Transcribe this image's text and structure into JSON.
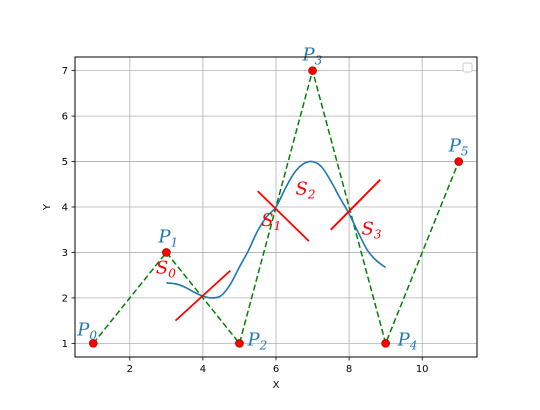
{
  "chart_data": {
    "type": "line",
    "xlabel": "X",
    "ylabel": "Y",
    "xlim": [
      0.5,
      11.5
    ],
    "ylim": [
      0.7,
      7.3
    ],
    "xticks": [
      2,
      4,
      6,
      8,
      10
    ],
    "yticks": [
      1,
      2,
      3,
      4,
      5,
      6,
      7
    ],
    "grid": true,
    "legend": "top-right (empty)",
    "colors": {
      "control_polygon": "#008000",
      "control_points": "#ff0000",
      "curve": "#1f77b4",
      "tangent_segments": "#ff0000",
      "point_labels": "#1f77b4",
      "segment_labels": "#ff0000",
      "grid": "#b0b0b0"
    },
    "control_points": [
      {
        "label": "P",
        "sub": "0",
        "x": 1,
        "y": 1
      },
      {
        "label": "P",
        "sub": "1",
        "x": 3,
        "y": 3
      },
      {
        "label": "P",
        "sub": "2",
        "x": 5,
        "y": 1
      },
      {
        "label": "P",
        "sub": "3",
        "x": 7,
        "y": 7
      },
      {
        "label": "P",
        "sub": "4",
        "x": 9,
        "y": 1
      },
      {
        "label": "P",
        "sub": "5",
        "x": 11,
        "y": 5
      }
    ],
    "curve": {
      "x": [
        3.0,
        3.25,
        3.5,
        3.75,
        4.0,
        4.25,
        4.5,
        4.75,
        5.0,
        5.25,
        5.5,
        5.75,
        6.0,
        6.25,
        6.5,
        6.75,
        7.0,
        7.25,
        7.5,
        7.75,
        8.0,
        8.25,
        8.5,
        8.75,
        9.0
      ],
      "y": [
        2.33,
        2.31,
        2.24,
        2.13,
        2.04,
        2.0,
        2.05,
        2.3,
        2.68,
        3.05,
        3.48,
        3.79,
        4.0,
        4.4,
        4.75,
        4.95,
        5.0,
        4.88,
        4.57,
        4.2,
        3.85,
        3.44,
        3.05,
        2.82,
        2.67
      ]
    },
    "tangent_segments": [
      {
        "label": "S",
        "sub": "0",
        "x": [
          3.25,
          4.75
        ],
        "y": [
          1.5,
          2.6
        ]
      },
      {
        "label": "S",
        "sub": "1",
        "x": [
          5.5,
          6.9
        ],
        "y": [
          4.35,
          3.25
        ]
      },
      {
        "label": "S",
        "sub": "2",
        "x": [
          7.5,
          8.85
        ],
        "y": [
          3.5,
          4.6
        ]
      },
      {
        "label": "S",
        "sub": "3",
        "x": [
          7.5,
          8.85
        ],
        "y": [
          3.5,
          4.6
        ]
      }
    ]
  }
}
